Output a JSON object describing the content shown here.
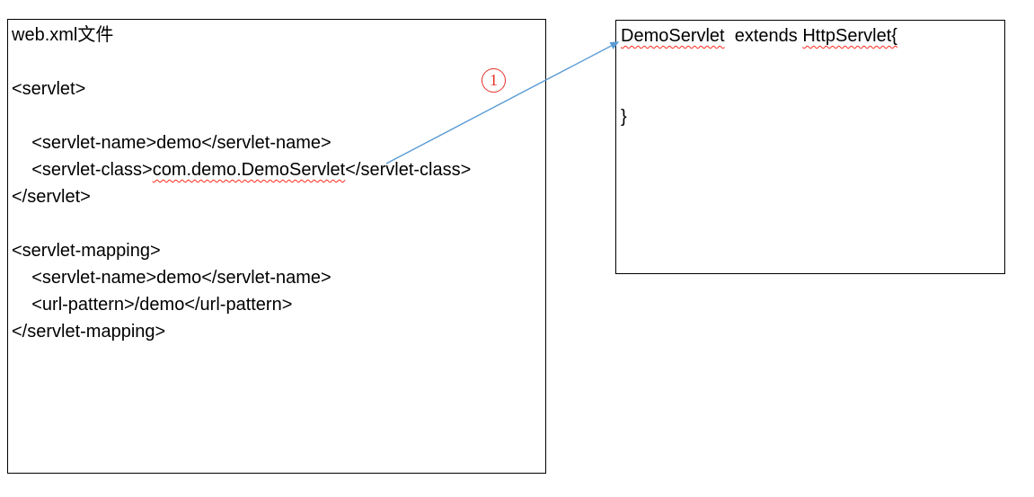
{
  "left_box": {
    "title": "web.xml文件",
    "lines": {
      "servlet_open": "<servlet>",
      "servlet_name": "    <servlet-name>demo</servlet-name>",
      "servlet_class_prefix": "    <servlet-class>",
      "servlet_class_value": "com.demo.DemoServlet",
      "servlet_class_suffix": "</servlet-class>",
      "servlet_close": "</servlet>",
      "mapping_open": "<servlet-mapping>",
      "mapping_servlet_name": "    <servlet-name>demo</servlet-name>",
      "url_pattern": "    <url-pattern>/demo</url-pattern>",
      "mapping_close": "</servlet-mapping>"
    }
  },
  "right_box": {
    "class_name": "DemoServlet",
    "extends_keyword": "  extends ",
    "superclass": "HttpServlet{",
    "closing_brace": "}"
  },
  "annotation": {
    "step_number": "1"
  },
  "colors": {
    "arrow": "#5b9bd5",
    "annotation_red": "#e63229",
    "squiggle_red": "#ff2a1a",
    "border": "#000000",
    "text": "#000000"
  }
}
